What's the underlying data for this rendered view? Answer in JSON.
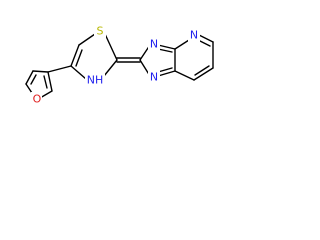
{
  "atom_labels": {
    "sulfur": "S",
    "thiazoline_nh": "NH",
    "imidazole_n_top": "N",
    "imidazole_n_bottom": "N",
    "pyridine_n": "N",
    "furan_o": "O"
  },
  "colors": {
    "bond": "#000000",
    "nitrogen": "#2222ee",
    "oxygen": "#e02020",
    "sulfur": "#b8b800",
    "background": "#ffffff"
  }
}
